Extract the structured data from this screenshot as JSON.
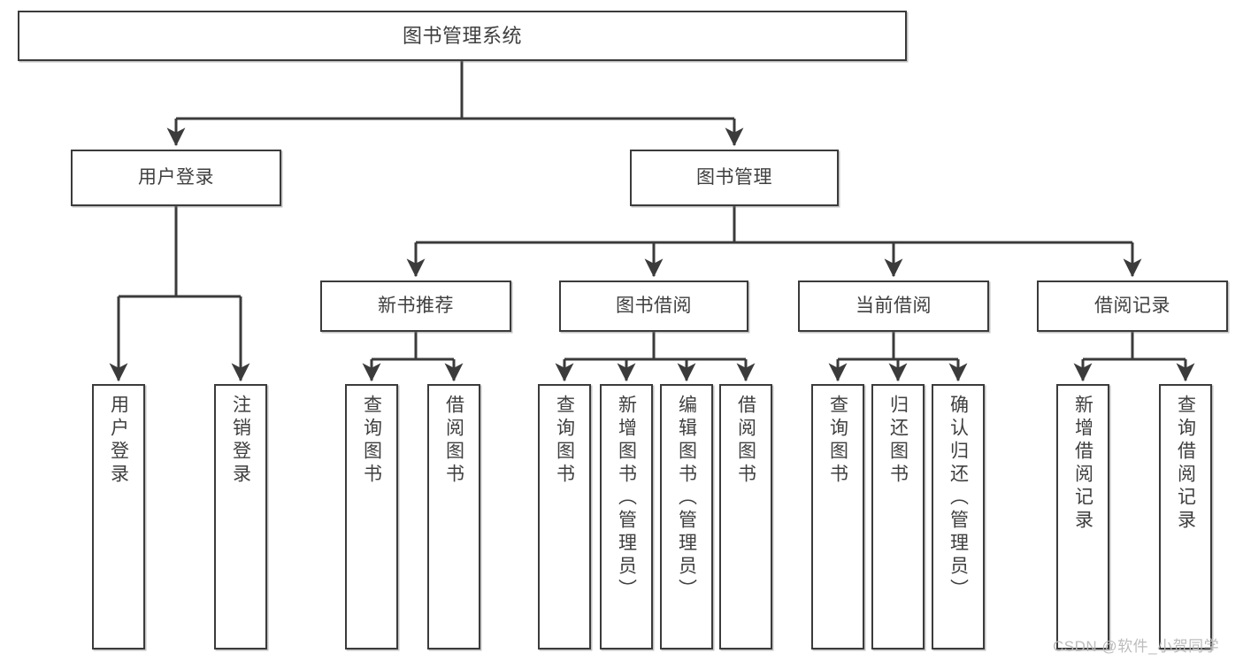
{
  "diagram": {
    "type": "tree",
    "title": "图书管理系统",
    "watermark": "CSDN @软件_小贺同学",
    "colors": {
      "box_border": "#3b3b3b",
      "box_fill": "#ffffff",
      "text": "#3f3f3f",
      "connector": "#3b3b3b",
      "watermark": "#b9b9b9",
      "background": "#ffffff"
    },
    "levels": {
      "root": "图书管理系统",
      "level2": [
        "用户登录",
        "图书管理"
      ],
      "level3": [
        "新书推荐",
        "图书借阅",
        "当前借阅",
        "借阅记录"
      ]
    },
    "nodes": {
      "root": {
        "label": "图书管理系统"
      },
      "user_login": {
        "label": "用户登录"
      },
      "book_manage": {
        "label": "图书管理"
      },
      "new_book_rec": {
        "label": "新书推荐"
      },
      "book_borrow": {
        "label": "图书借阅"
      },
      "current_borrow": {
        "label": "当前借阅"
      },
      "borrow_record": {
        "label": "借阅记录"
      },
      "leaf_user_login": {
        "label": "用户登录"
      },
      "leaf_logout": {
        "label": "注销登录"
      },
      "leaf_query_book_1": {
        "label": "查询图书"
      },
      "leaf_borrow_book_1": {
        "label": "借阅图书"
      },
      "leaf_query_book_2": {
        "label": "查询图书"
      },
      "leaf_add_book": {
        "label": "新增图书（管理员）"
      },
      "leaf_edit_book": {
        "label": "编辑图书（管理员）"
      },
      "leaf_borrow_book_2": {
        "label": "借阅图书"
      },
      "leaf_query_book_3": {
        "label": "查询图书"
      },
      "leaf_return_book": {
        "label": "归还图书"
      },
      "leaf_confirm_return": {
        "label": "确认归还（管理员）"
      },
      "leaf_add_record": {
        "label": "新增借阅记录"
      },
      "leaf_query_record": {
        "label": "查询借阅记录"
      }
    },
    "edges": [
      {
        "from": "root",
        "to": "user_login"
      },
      {
        "from": "root",
        "to": "book_manage"
      },
      {
        "from": "user_login",
        "to": "leaf_user_login"
      },
      {
        "from": "user_login",
        "to": "leaf_logout"
      },
      {
        "from": "book_manage",
        "to": "new_book_rec"
      },
      {
        "from": "book_manage",
        "to": "book_borrow"
      },
      {
        "from": "book_manage",
        "to": "current_borrow"
      },
      {
        "from": "book_manage",
        "to": "borrow_record"
      },
      {
        "from": "new_book_rec",
        "to": "leaf_query_book_1"
      },
      {
        "from": "new_book_rec",
        "to": "leaf_borrow_book_1"
      },
      {
        "from": "book_borrow",
        "to": "leaf_query_book_2"
      },
      {
        "from": "book_borrow",
        "to": "leaf_add_book"
      },
      {
        "from": "book_borrow",
        "to": "leaf_edit_book"
      },
      {
        "from": "book_borrow",
        "to": "leaf_borrow_book_2"
      },
      {
        "from": "current_borrow",
        "to": "leaf_query_book_3"
      },
      {
        "from": "current_borrow",
        "to": "leaf_return_book"
      },
      {
        "from": "current_borrow",
        "to": "leaf_confirm_return"
      },
      {
        "from": "borrow_record",
        "to": "leaf_add_record"
      },
      {
        "from": "borrow_record",
        "to": "leaf_query_record"
      }
    ]
  }
}
